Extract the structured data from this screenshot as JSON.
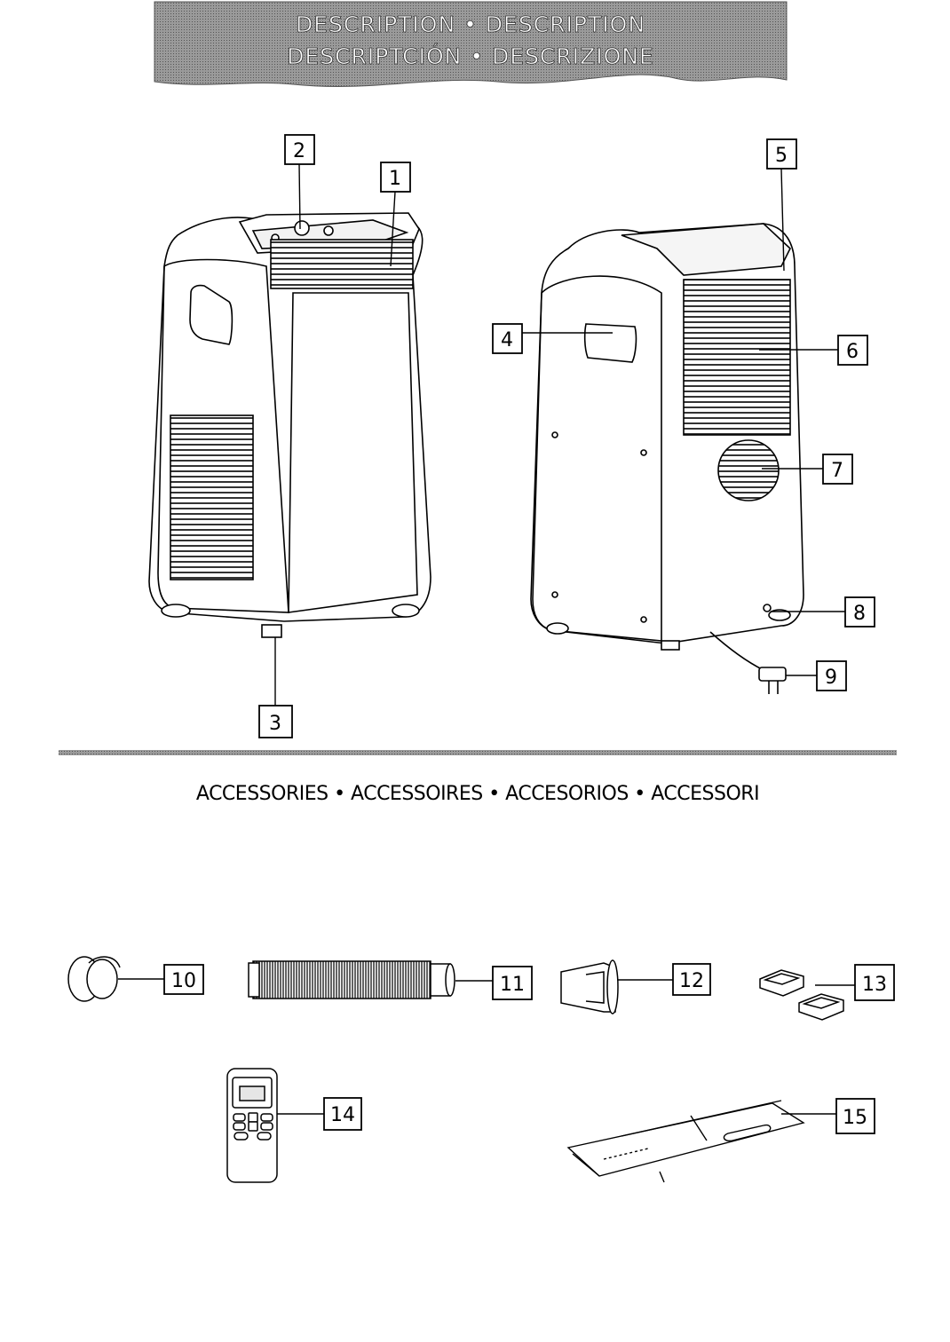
{
  "banner": {
    "line1": "DESCRIPTION • DESCRIPTION",
    "line2": "DESCRIPTCIÓN • DESCRIZIONE"
  },
  "callouts": {
    "c1": "1",
    "c2": "2",
    "c3": "3",
    "c4": "4",
    "c5": "5",
    "c6": "6",
    "c7": "7",
    "c8": "8",
    "c9": "9"
  },
  "accessories": {
    "heading": "ACCESSORIES • ACCESSOIRES • ACCESORIOS • ACCESSORI",
    "c10": "10",
    "c11": "11",
    "c12": "12",
    "c13": "13",
    "c14": "14",
    "c15": "15"
  },
  "colors": {
    "ink": "#000000",
    "banner_bg": "#8c8c8c",
    "hatch": "#555555"
  }
}
